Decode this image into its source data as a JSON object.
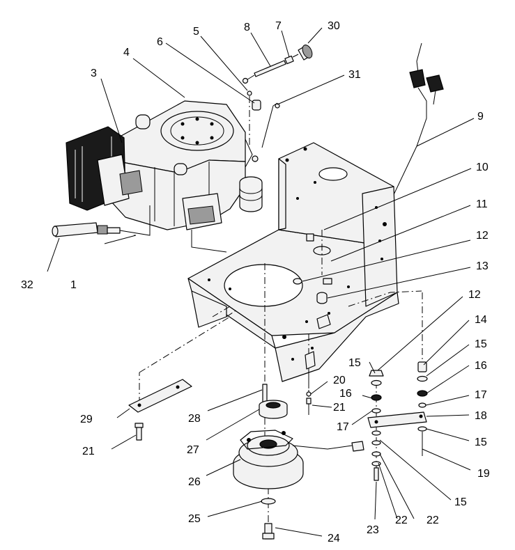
{
  "diagram": {
    "callouts": [
      {
        "id": "c1",
        "label": "1"
      },
      {
        "id": "c3",
        "label": "3"
      },
      {
        "id": "c4",
        "label": "4"
      },
      {
        "id": "c5",
        "label": "5"
      },
      {
        "id": "c6",
        "label": "6"
      },
      {
        "id": "c7",
        "label": "7"
      },
      {
        "id": "c8",
        "label": "8"
      },
      {
        "id": "c9",
        "label": "9"
      },
      {
        "id": "c10",
        "label": "10"
      },
      {
        "id": "c11",
        "label": "11"
      },
      {
        "id": "c12a",
        "label": "12"
      },
      {
        "id": "c12b",
        "label": "12"
      },
      {
        "id": "c13",
        "label": "13"
      },
      {
        "id": "c14",
        "label": "14"
      },
      {
        "id": "c15a",
        "label": "15"
      },
      {
        "id": "c15b",
        "label": "15"
      },
      {
        "id": "c15c",
        "label": "15"
      },
      {
        "id": "c15d",
        "label": "15"
      },
      {
        "id": "c16a",
        "label": "16"
      },
      {
        "id": "c16b",
        "label": "16"
      },
      {
        "id": "c17a",
        "label": "17"
      },
      {
        "id": "c17b",
        "label": "17"
      },
      {
        "id": "c18",
        "label": "18"
      },
      {
        "id": "c19",
        "label": "19"
      },
      {
        "id": "c20",
        "label": "20"
      },
      {
        "id": "c21a",
        "label": "21"
      },
      {
        "id": "c21b",
        "label": "21"
      },
      {
        "id": "c22a",
        "label": "22"
      },
      {
        "id": "c22b",
        "label": "22"
      },
      {
        "id": "c23",
        "label": "23"
      },
      {
        "id": "c24",
        "label": "24"
      },
      {
        "id": "c25",
        "label": "25"
      },
      {
        "id": "c26",
        "label": "26"
      },
      {
        "id": "c27",
        "label": "27"
      },
      {
        "id": "c28",
        "label": "28"
      },
      {
        "id": "c29",
        "label": "29"
      },
      {
        "id": "c30",
        "label": "30"
      },
      {
        "id": "c31",
        "label": "31"
      },
      {
        "id": "c32",
        "label": "32"
      }
    ]
  }
}
